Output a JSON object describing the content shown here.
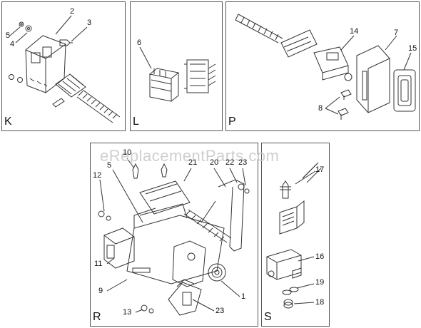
{
  "watermark": "eReplacementParts.com",
  "panels": {
    "K": {
      "letter": "K",
      "labels": [
        "5",
        "4",
        "2",
        "3"
      ]
    },
    "L": {
      "letter": "L",
      "labels": [
        "6"
      ]
    },
    "P": {
      "letter": "P",
      "labels": [
        "14",
        "7",
        "15",
        "8"
      ]
    },
    "R": {
      "letter": "R",
      "labels": [
        "10",
        "5",
        "21",
        "20",
        "22",
        "23",
        "12",
        "11",
        "9",
        "13",
        "23",
        "1"
      ]
    },
    "S": {
      "letter": "S",
      "labels": [
        "17",
        "16",
        "19",
        "18"
      ]
    }
  },
  "colors": {
    "line": "#333333",
    "border": "#555555",
    "watermark": "#cfcfcf"
  }
}
